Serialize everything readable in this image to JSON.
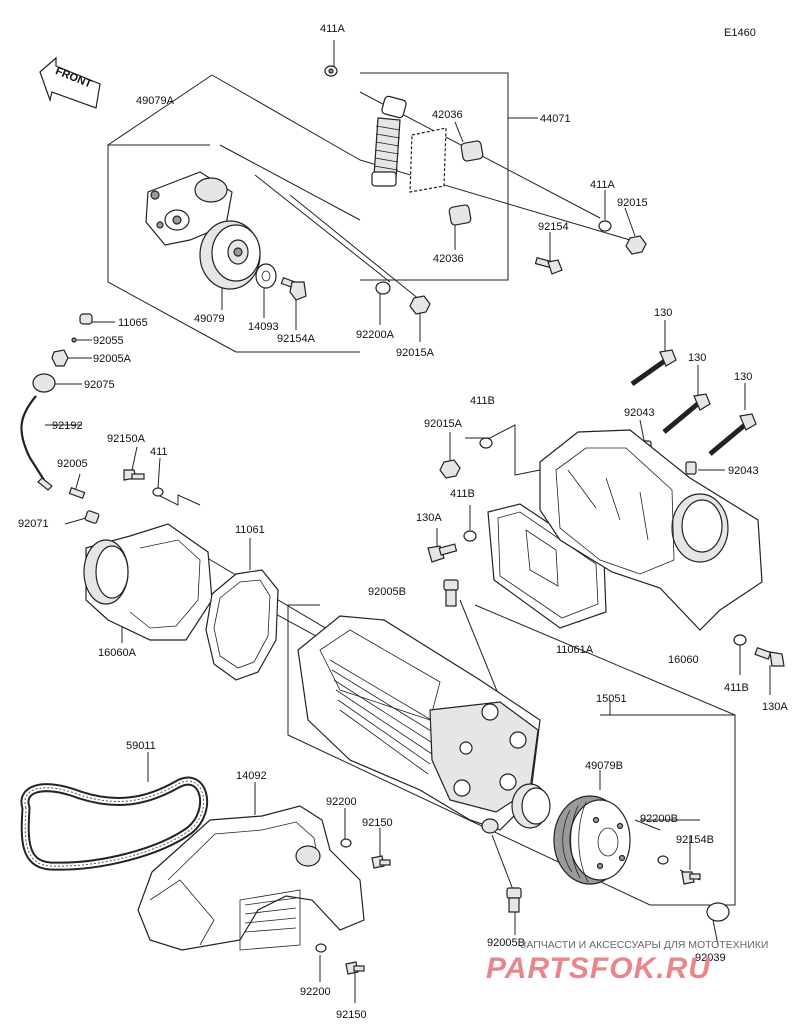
{
  "diagram_code": "E1460",
  "front_label": "FRONT",
  "parts": [
    {
      "id": "p411A_top",
      "label": "411A"
    },
    {
      "id": "p44071",
      "label": "44071"
    },
    {
      "id": "p42036_a",
      "label": "42036"
    },
    {
      "id": "p42036_b",
      "label": "42036"
    },
    {
      "id": "p411A_r",
      "label": "411A"
    },
    {
      "id": "p92015",
      "label": "92015"
    },
    {
      "id": "p92154",
      "label": "92154"
    },
    {
      "id": "p49079A",
      "label": "49079A"
    },
    {
      "id": "p49079",
      "label": "49079"
    },
    {
      "id": "p14093",
      "label": "14093"
    },
    {
      "id": "p92154A",
      "label": "92154A"
    },
    {
      "id": "p92200A",
      "label": "92200A"
    },
    {
      "id": "p92015A_t",
      "label": "92015A"
    },
    {
      "id": "p11065",
      "label": "11065"
    },
    {
      "id": "p92055",
      "label": "92055"
    },
    {
      "id": "p92005A",
      "label": "92005A"
    },
    {
      "id": "p92075",
      "label": "92075"
    },
    {
      "id": "p92192",
      "label": "92192"
    },
    {
      "id": "p92150A",
      "label": "92150A"
    },
    {
      "id": "p411",
      "label": "411"
    },
    {
      "id": "p92005",
      "label": "92005"
    },
    {
      "id": "p92071",
      "label": "92071"
    },
    {
      "id": "p11061",
      "label": "11061"
    },
    {
      "id": "p16060A",
      "label": "16060A"
    },
    {
      "id": "p130_1",
      "label": "130"
    },
    {
      "id": "p130_2",
      "label": "130"
    },
    {
      "id": "p130_3",
      "label": "130"
    },
    {
      "id": "p92043_a",
      "label": "92043"
    },
    {
      "id": "p92043_b",
      "label": "92043"
    },
    {
      "id": "p411B_a",
      "label": "411B"
    },
    {
      "id": "p92015A_m",
      "label": "92015A"
    },
    {
      "id": "p411B_b",
      "label": "411B"
    },
    {
      "id": "p130A_l",
      "label": "130A"
    },
    {
      "id": "p92005B_t",
      "label": "92005B"
    },
    {
      "id": "p11061A",
      "label": "11061A"
    },
    {
      "id": "p16060",
      "label": "16060"
    },
    {
      "id": "p411B_c",
      "label": "411B"
    },
    {
      "id": "p130A_r",
      "label": "130A"
    },
    {
      "id": "p15051",
      "label": "15051"
    },
    {
      "id": "p49079B",
      "label": "49079B"
    },
    {
      "id": "p92200B",
      "label": "92200B"
    },
    {
      "id": "p92154B",
      "label": "92154B"
    },
    {
      "id": "p59011",
      "label": "59011"
    },
    {
      "id": "p14092",
      "label": "14092"
    },
    {
      "id": "p92200_a",
      "label": "92200"
    },
    {
      "id": "p92150_a",
      "label": "92150"
    },
    {
      "id": "p92200_b",
      "label": "92200"
    },
    {
      "id": "p92150_b",
      "label": "92150"
    },
    {
      "id": "p92005B_b",
      "label": "92005B"
    },
    {
      "id": "p92039",
      "label": "92039"
    }
  ],
  "watermark": {
    "tagline": "ЗАПЧАСТИ И АКСЕССУАРЫ ДЛЯ МОТОТЕХНИКИ",
    "brand": "PARTSFOK.RU",
    "color": "#e8868a"
  }
}
